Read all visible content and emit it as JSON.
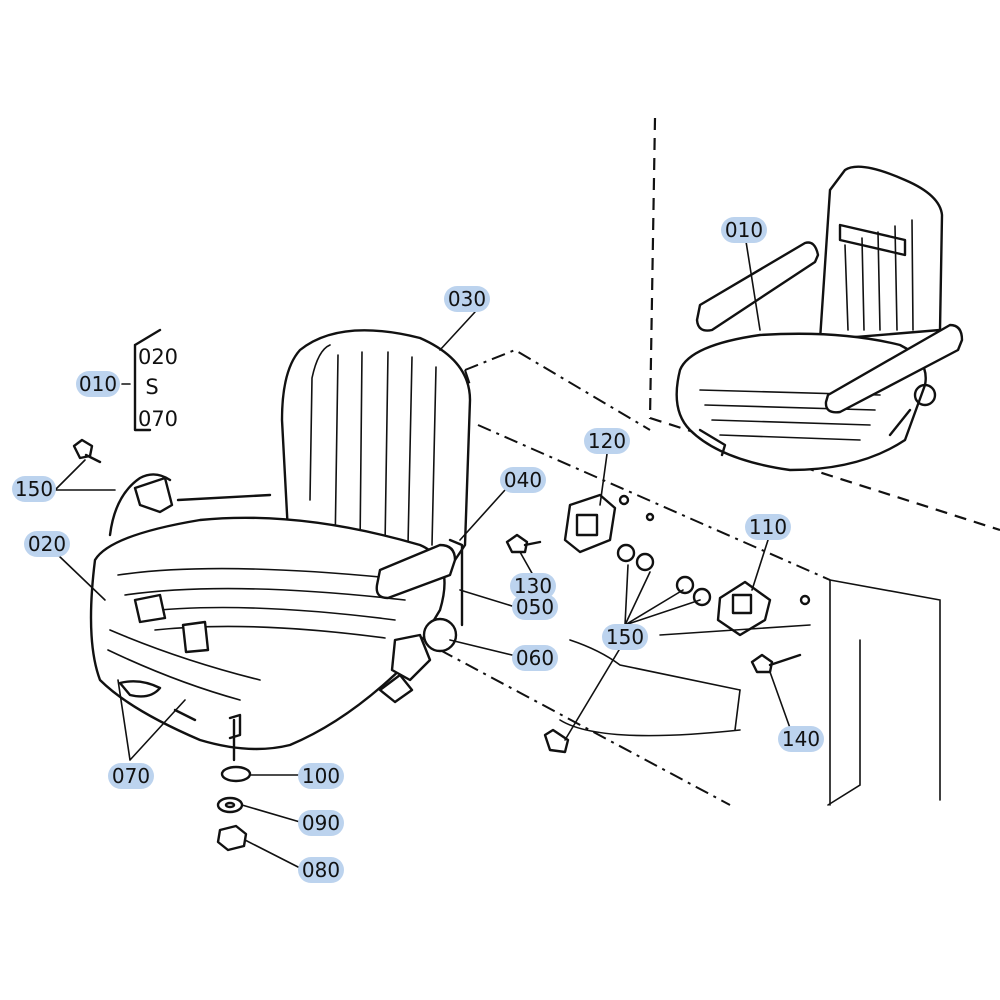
{
  "callouts": {
    "c010_main": "010",
    "c020_range_top": "020",
    "c020_range_sep": "S",
    "c070_range_bottom": "070",
    "c150_left": "150",
    "c020": "020",
    "c030": "030",
    "c040": "040",
    "c050": "050",
    "c060": "060",
    "c070": "070",
    "c080": "080",
    "c090": "090",
    "c100": "100",
    "c110": "110",
    "c120": "120",
    "c130": "130",
    "c140": "140",
    "c150_center": "150",
    "c010_inset": "010"
  },
  "colors": {
    "callout_highlight": "#bcd3ee",
    "line": "#111111"
  }
}
